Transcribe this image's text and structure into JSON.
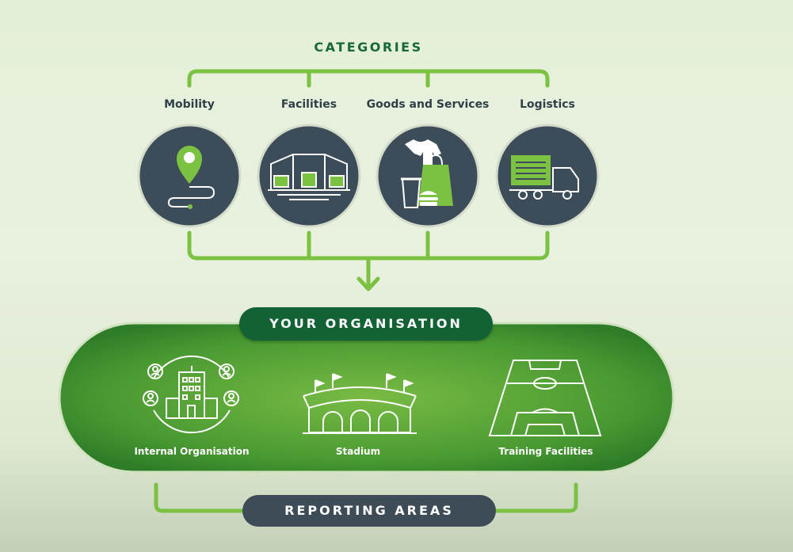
{
  "categories": {
    "title": "CATEGORIES",
    "items": [
      {
        "label": "Mobility",
        "icon": "map-pin-route-icon"
      },
      {
        "label": "Facilities",
        "icon": "warehouse-icon"
      },
      {
        "label": "Goods and Services",
        "icon": "shopping-goods-icon"
      },
      {
        "label": "Logistics",
        "icon": "delivery-truck-icon"
      }
    ]
  },
  "organisation": {
    "label": "YOUR ORGANISATION",
    "areas": [
      {
        "label": "Internal Organisation",
        "icon": "office-people-icon"
      },
      {
        "label": "Stadium",
        "icon": "stadium-icon"
      },
      {
        "label": "Training Facilities",
        "icon": "football-pitch-icon"
      }
    ]
  },
  "reporting": {
    "label": "REPORTING AREAS"
  },
  "colors": {
    "brand_green": "#17693a",
    "accent_green": "#7cc242",
    "dark_slate": "#3d4c56",
    "circle_fill": "#3c4d59"
  }
}
